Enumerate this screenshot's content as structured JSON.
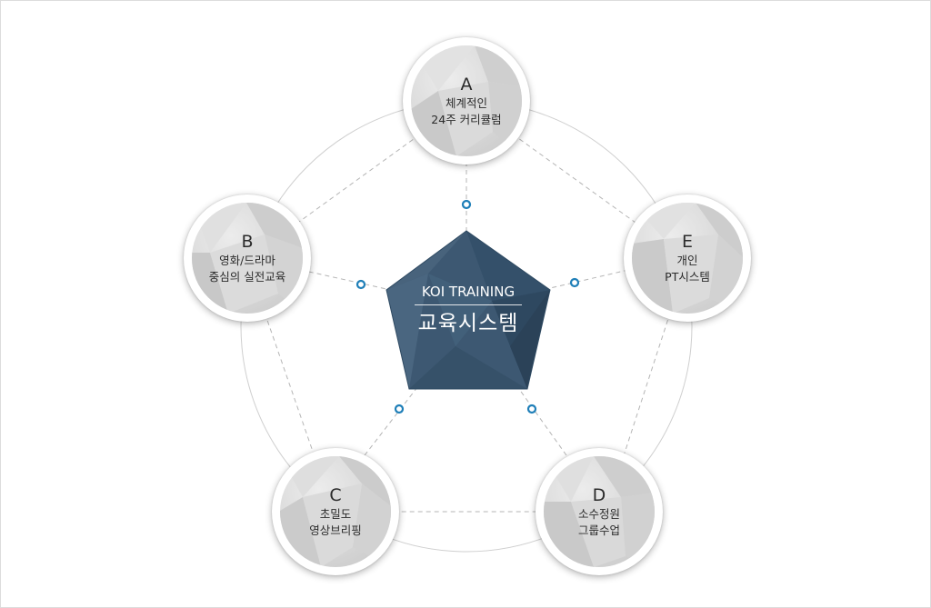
{
  "center": {
    "subtitle": "KOI TRAINING",
    "title": "교육시스템",
    "color": "#3d5872"
  },
  "nodes": [
    {
      "letter": "A",
      "line1": "체계적인",
      "line2": "24주 커리큘럼"
    },
    {
      "letter": "B",
      "line1": "영화/드라마",
      "line2": "중심의 실전교육"
    },
    {
      "letter": "C",
      "line1": "초밀도",
      "line2": "영상브리핑"
    },
    {
      "letter": "D",
      "line1": "소수정원",
      "line2": "그룹수업"
    },
    {
      "letter": "E",
      "line1": "개인",
      "line2": "PT시스템"
    }
  ],
  "colors": {
    "connector_dot": "#1f7fb8",
    "orbit_line": "#cccccc",
    "dashed_line": "#b0b0b0"
  }
}
